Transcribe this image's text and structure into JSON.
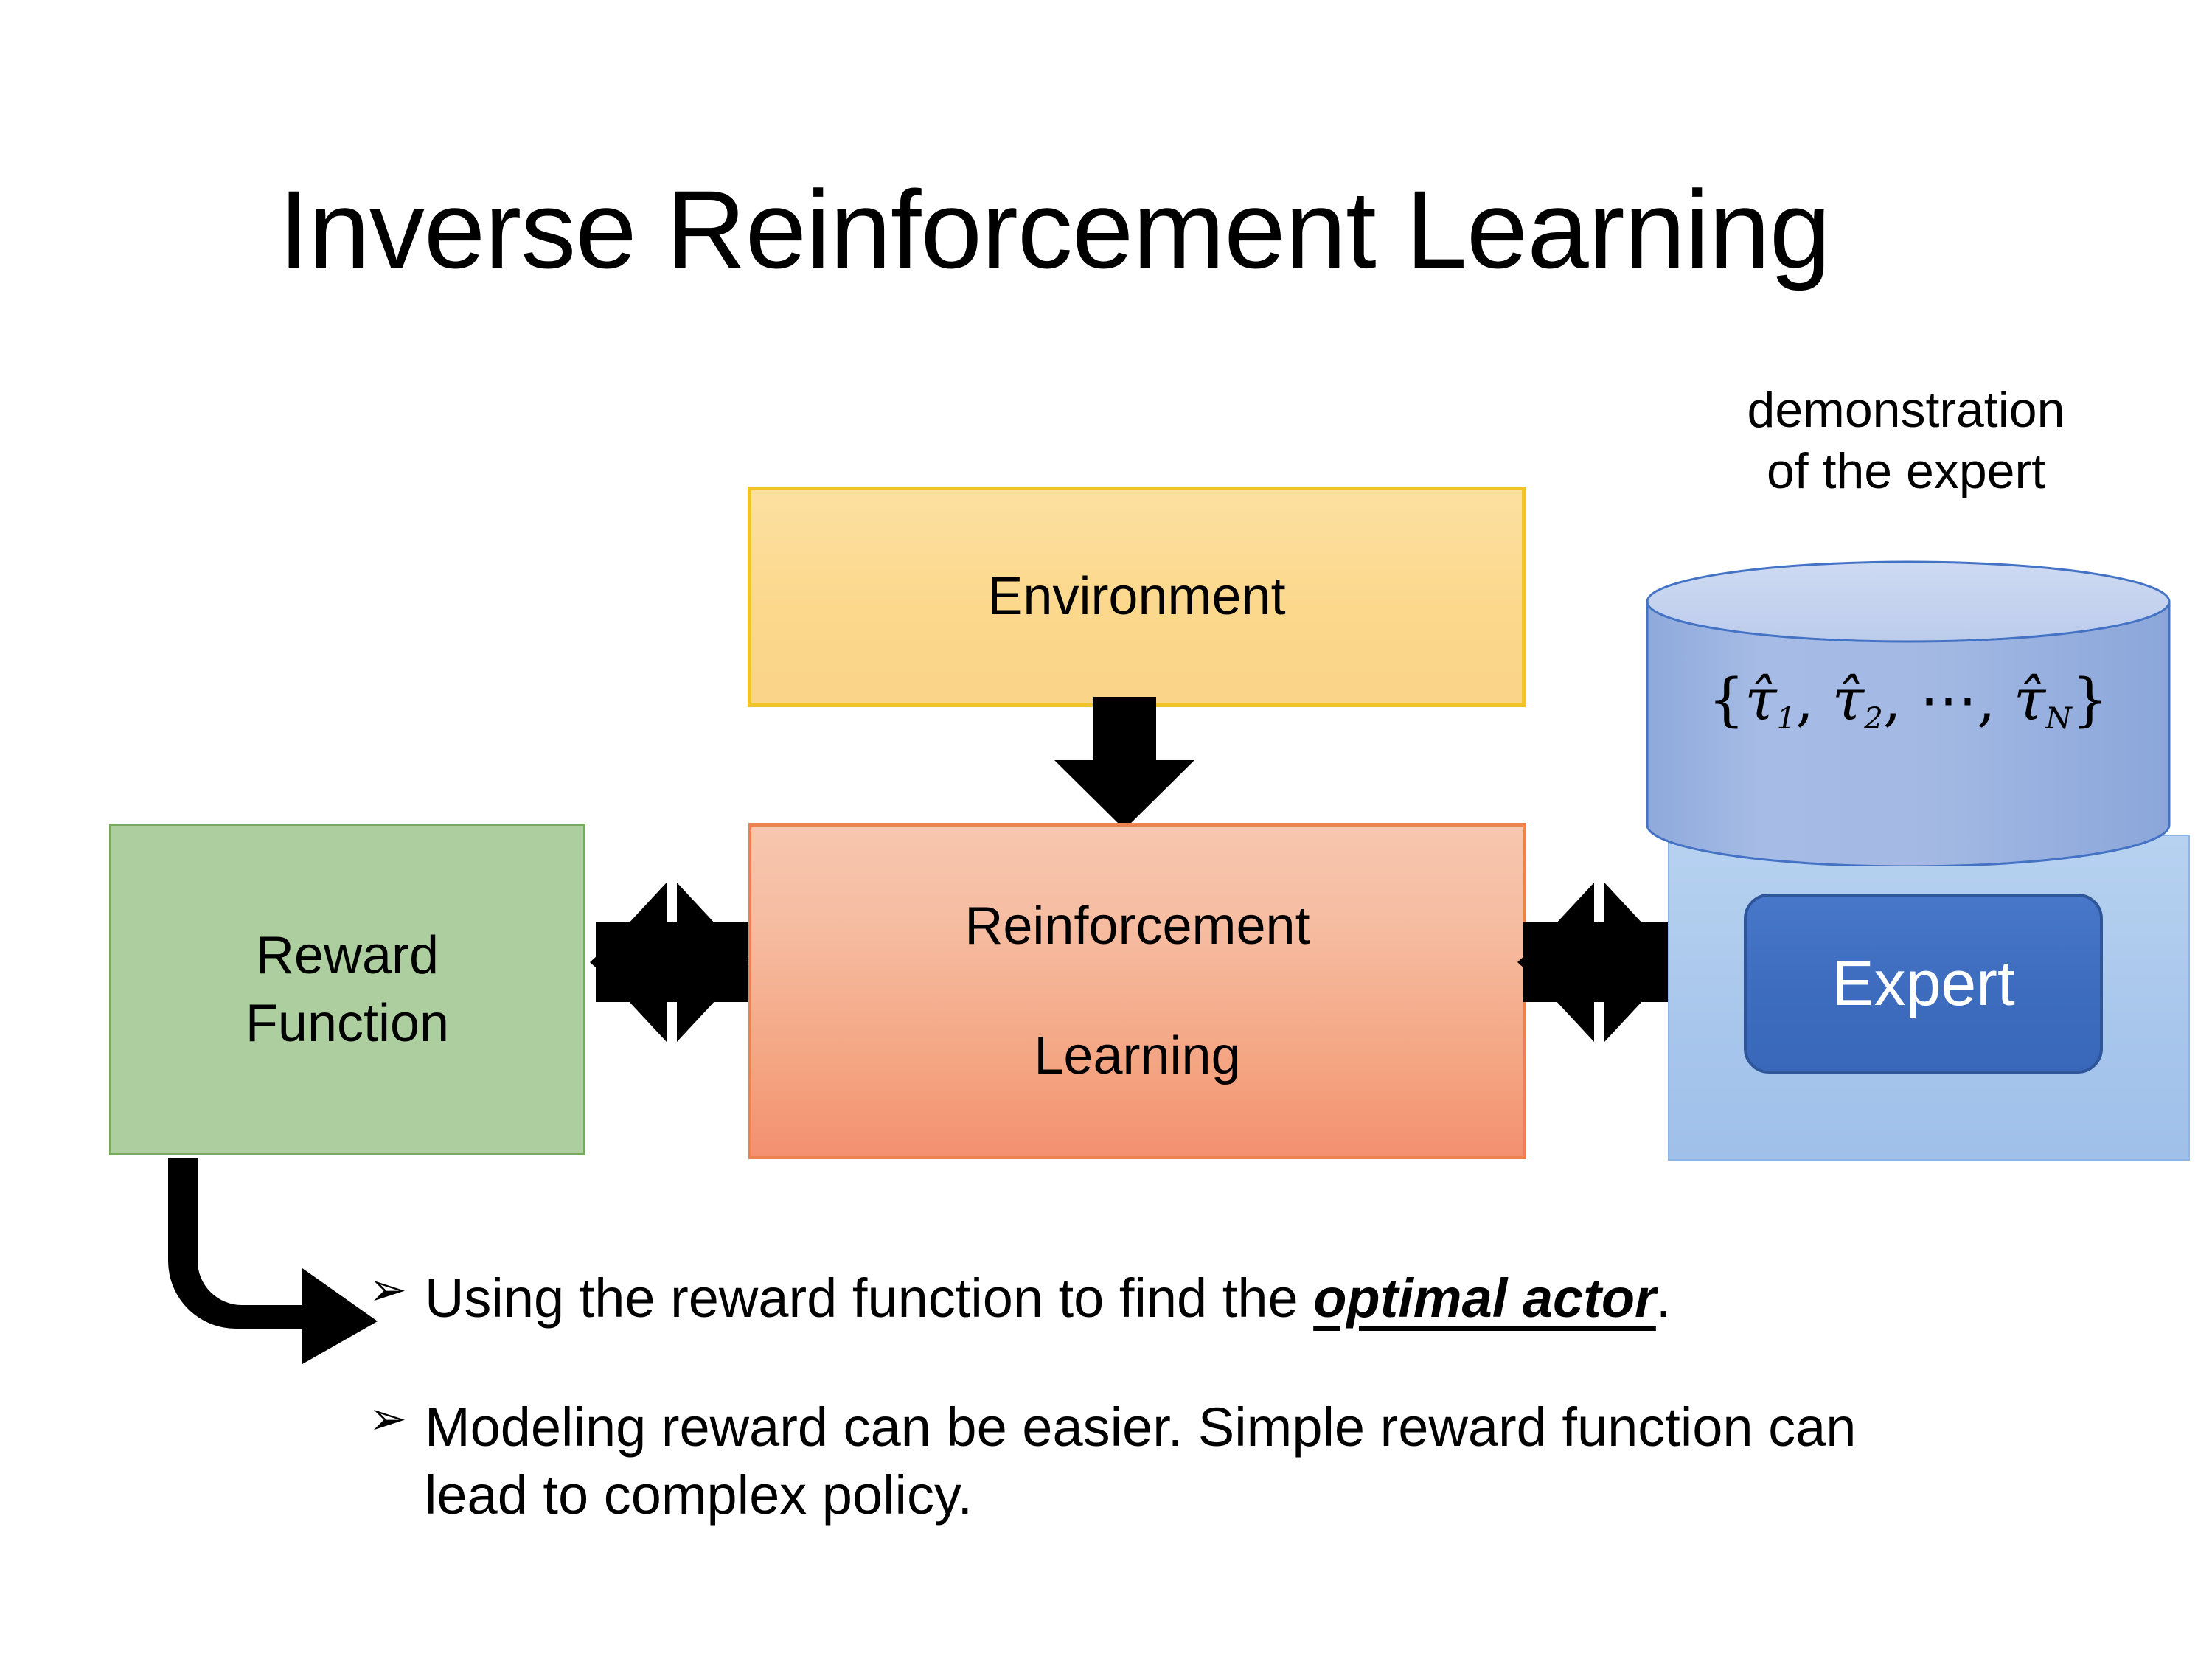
{
  "slide": {
    "title": "Inverse Reinforcement Learning",
    "background_color": "#FFFFFF"
  },
  "diagram": {
    "environment": {
      "label": "Environment",
      "fill_color": "#FBD88C",
      "border_color": "#F0C329"
    },
    "reward_function": {
      "label_line1": "Reward",
      "label_line2": "Function",
      "fill_color": "#ADCE9E",
      "border_color": "#79A85F"
    },
    "reinforcement_learning": {
      "label_line1": "Reinforcement",
      "label_line2": "Learning",
      "fill_color": "#F4A582",
      "border_color": "#ED8150"
    },
    "expert_group": {
      "caption_line1": "demonstration",
      "caption_line2": "of the expert",
      "panel_fill_color": "#A8C6EC",
      "cylinder_fill_color": "#9FB5E0",
      "cylinder_top_fill_color": "#C6D5EF",
      "cylinder_border_color": "#4472C4",
      "expert_label": "Expert",
      "expert_fill_color": "#3D6CBF",
      "expert_border_color": "#2E5699",
      "expert_text_color": "#FFFFFF",
      "trajectory_set": {
        "open_brace": "{",
        "items": [
          {
            "symbol": "τ̂",
            "subscript": "1"
          },
          {
            "symbol": "τ̂",
            "subscript": "2"
          },
          {
            "symbol": "⋯",
            "subscript": ""
          },
          {
            "symbol": "τ̂",
            "subscript": "N"
          }
        ],
        "separator": ",",
        "close_brace": "}",
        "plain_text": "{τ̂1, τ̂2, ⋯, τ̂N}"
      }
    },
    "arrows": {
      "environment_to_rl": "down-arrow",
      "reward_to_rl": "quad-arrow",
      "rl_to_expert": "quad-arrow",
      "reward_to_bullets": "elbow-arrow",
      "color": "#000000"
    }
  },
  "bullets": {
    "marker": "➢",
    "items": [
      {
        "prefix": "Using the reward function to find the ",
        "emphasis": "optimal actor",
        "suffix": "."
      },
      {
        "prefix": "Modeling reward can be easier. Simple reward function can lead to complex policy.",
        "emphasis": "",
        "suffix": ""
      }
    ]
  }
}
